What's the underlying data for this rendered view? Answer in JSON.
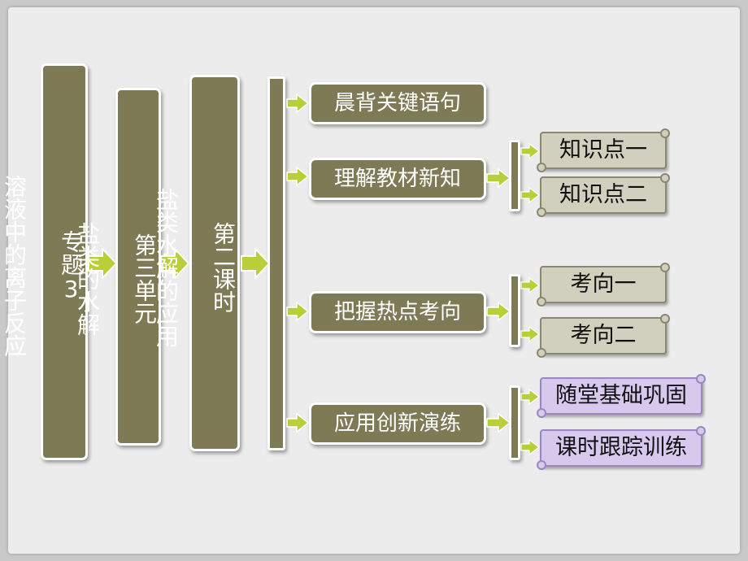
{
  "colors": {
    "box_fill": "#7d7a55",
    "arrow_fill": "#b9cf3a",
    "scroll_fill": "#d1cfbd",
    "scroll_purple": "#d7c8ee"
  },
  "columns": {
    "topic": "专题3\n\n溶液中的离子反应",
    "unit": "第三单元\n\n盐类的水解",
    "lesson": "第二课时\n\n盐类水解的应用"
  },
  "sections": [
    {
      "label": "晨背关键语句",
      "subitems": []
    },
    {
      "label": "理解教材新知",
      "subitems": [
        "知识点一",
        "知识点二"
      ]
    },
    {
      "label": "把握热点考向",
      "subitems": [
        "考向一",
        "考向二"
      ]
    },
    {
      "label": "应用创新演练",
      "subitems": [
        "随堂基础巩固",
        "课时跟踪训练"
      ]
    }
  ]
}
